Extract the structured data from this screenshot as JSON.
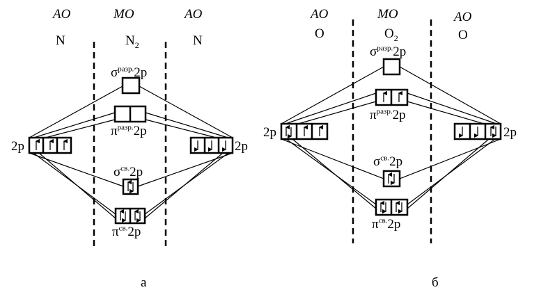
{
  "left": {
    "header_ao_left": "AO",
    "header_mo": "MO",
    "header_ao_right": "AO",
    "atom_left": "N",
    "molecule": "N",
    "molecule_sub": "2",
    "atom_right": "N",
    "ao_label_left": "2p",
    "ao_label_right": "2p",
    "sigma_anti": {
      "greek": "σ",
      "sup": "разр.",
      "orbital": "2p"
    },
    "pi_anti": {
      "greek": "π",
      "sup": "разр.",
      "orbital": "2p"
    },
    "sigma_bond": {
      "greek": "σ",
      "sup": "св.",
      "orbital": "2p"
    },
    "pi_bond": {
      "greek": "π",
      "sup": "св.",
      "orbital": "2p"
    },
    "caption": "а"
  },
  "right": {
    "header_ao_left": "AO",
    "header_mo": "MO",
    "header_ao_right": "AO",
    "atom_left": "O",
    "molecule": "O",
    "molecule_sub": "2",
    "atom_right": "O",
    "ao_label_left": "2p",
    "ao_label_right": "2p",
    "sigma_anti": {
      "greek": "σ",
      "sup": "разр.",
      "orbital": "2p"
    },
    "pi_anti": {
      "greek": "π",
      "sup": "разр.",
      "orbital": "2p"
    },
    "sigma_bond": {
      "greek": "σ",
      "sup": "св.",
      "orbital": "2p"
    },
    "pi_bond": {
      "greek": "π",
      "sup": "св.",
      "orbital": "2p"
    },
    "caption": "б"
  }
}
